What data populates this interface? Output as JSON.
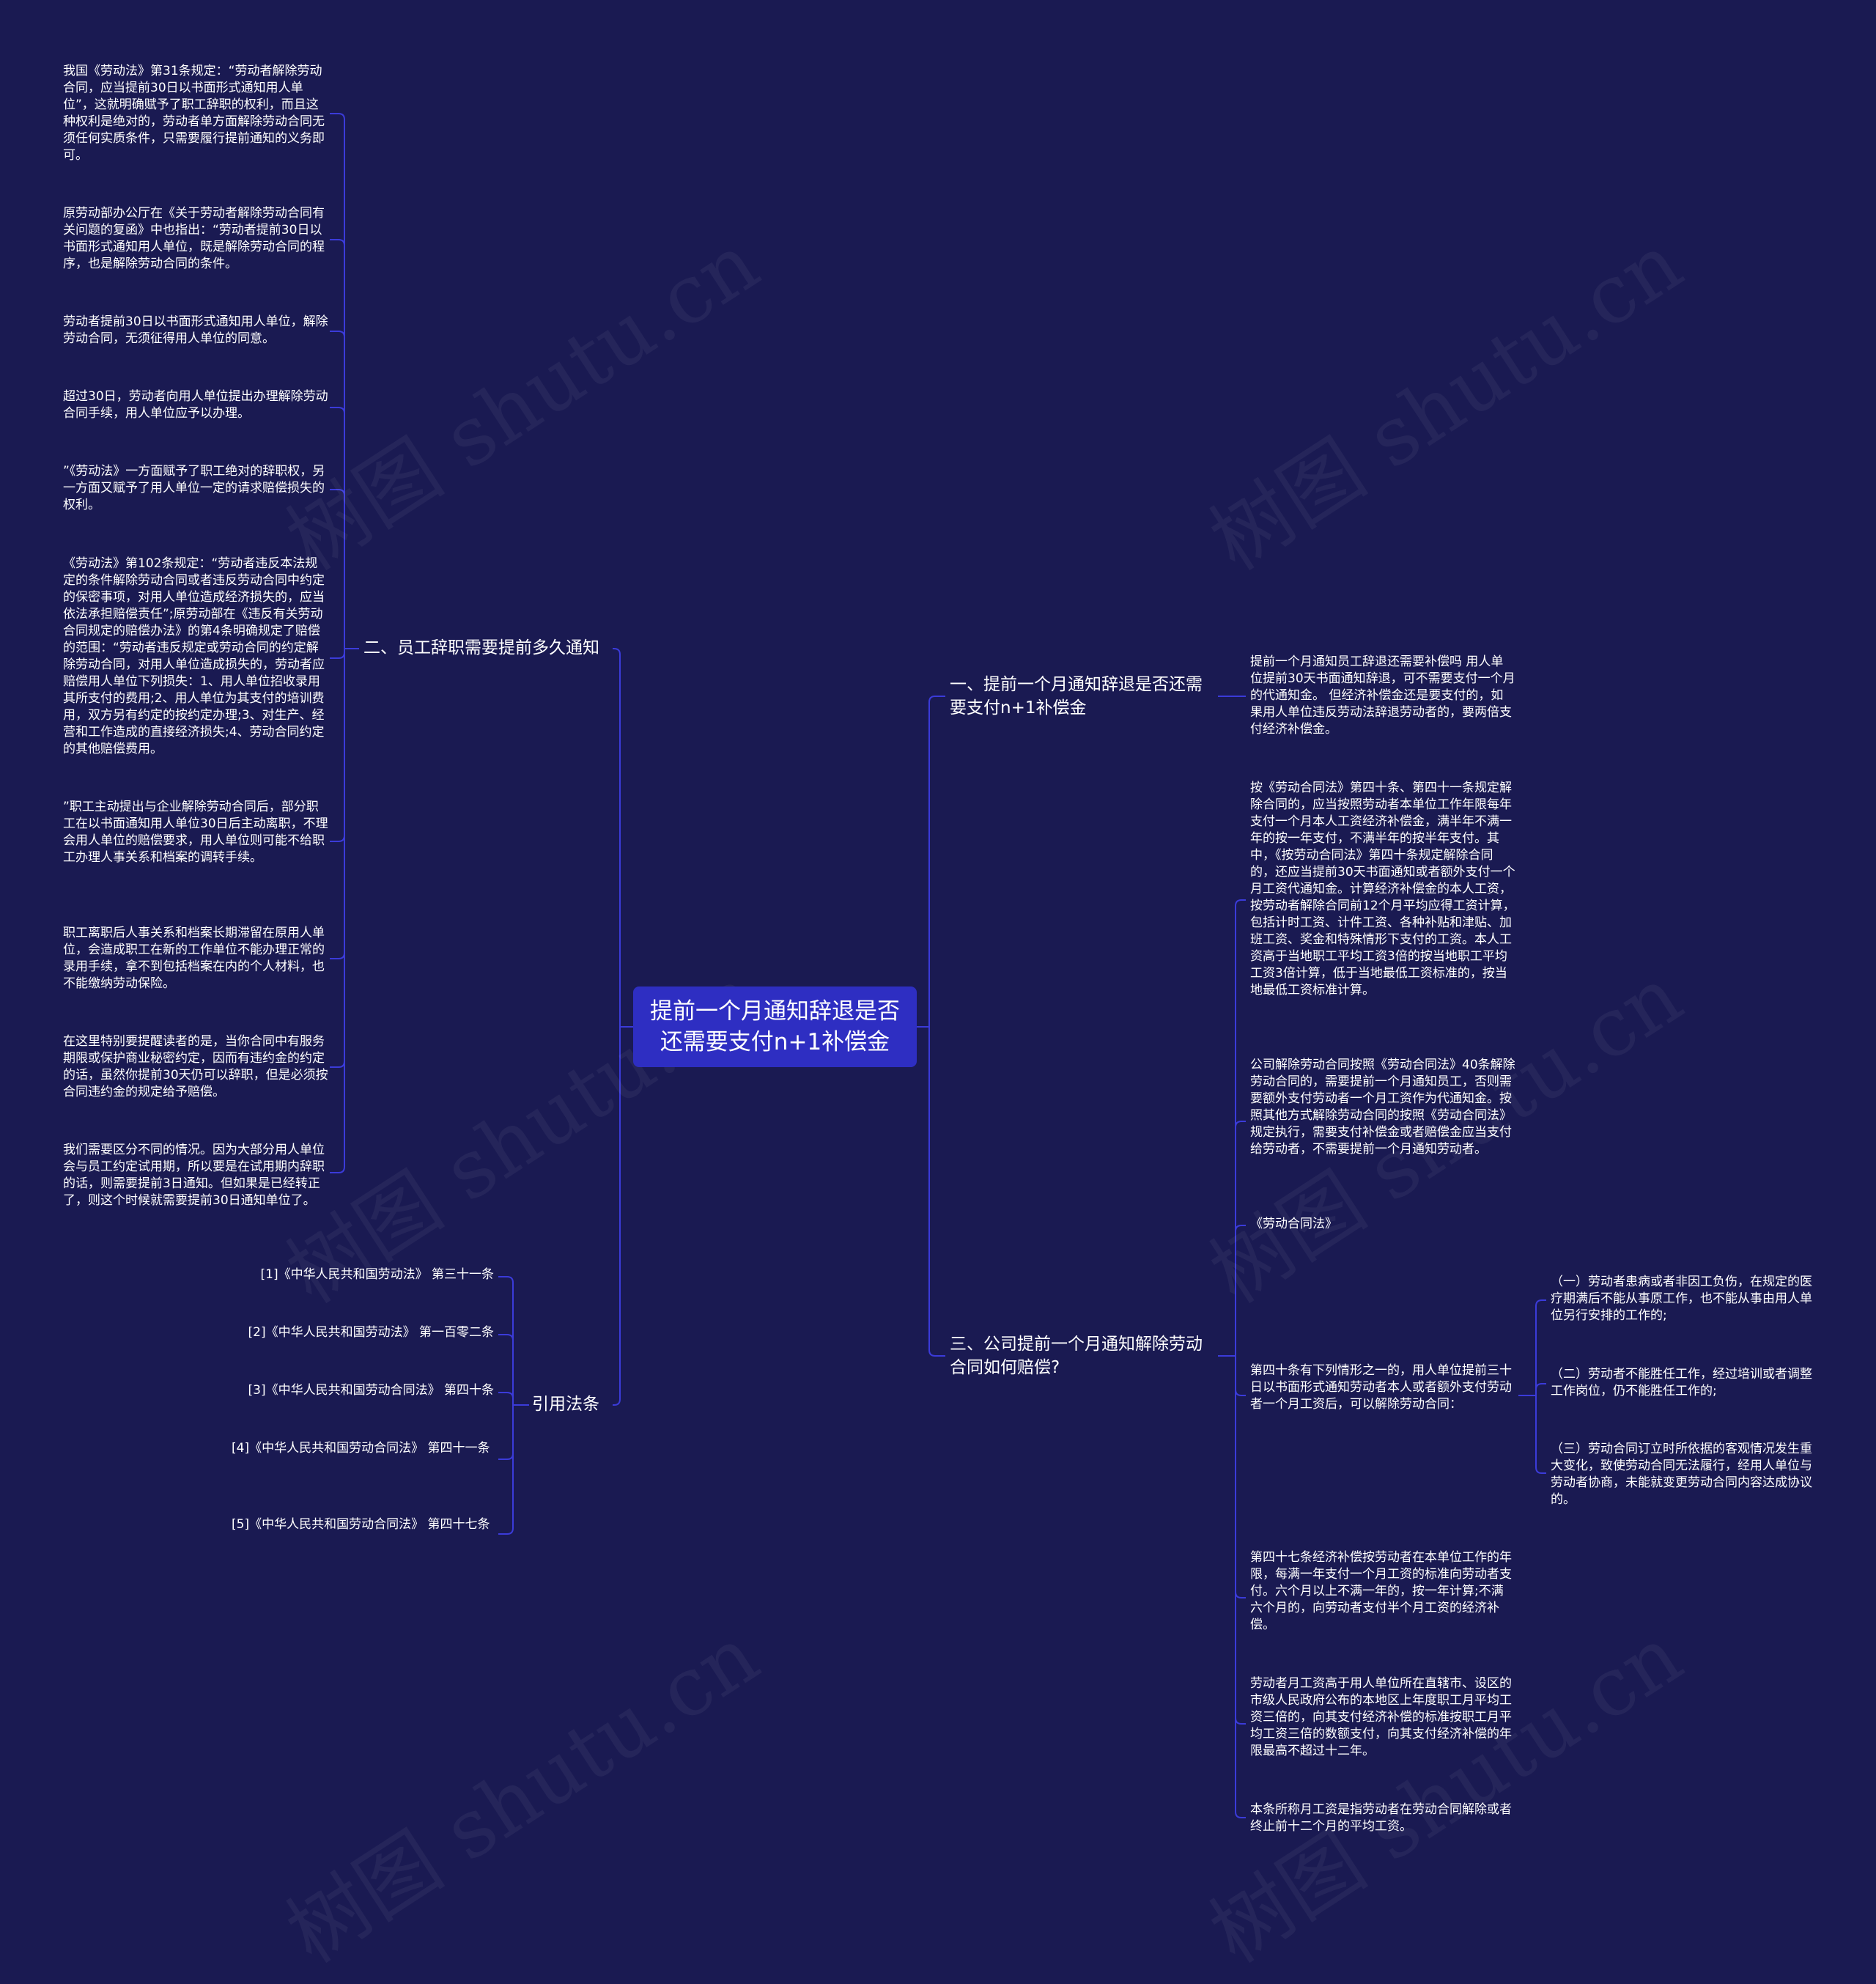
{
  "root": {
    "title": "提前一个月通知辞退是否还需要支付n+1补偿金"
  },
  "branches": {
    "b1": {
      "label": "一、提前一个月通知辞退是否还需要支付n+1补偿金"
    },
    "b2": {
      "label": "二、员工辞职需要提前多久通知"
    },
    "b3": {
      "label": "三、公司提前一个月通知解除劳动合同如何赔偿?"
    },
    "b4": {
      "label": "引用法条"
    }
  },
  "b1_leaves": [
    "提前一个月通知员工辞退还需要补偿吗 用人单位提前30天书面通知辞退，可不需要支付一个月的代通知金。 但经济补偿金还是要支付的，如果用人单位违反劳动法辞退劳动者的，要两倍支付经济补偿金。"
  ],
  "b2_leaves": [
    "我国《劳动法》第31条规定：“劳动者解除劳动合同，应当提前30日以书面形式通知用人单位”，这就明确赋予了职工辞职的权利，而且这种权利是绝对的，劳动者单方面解除劳动合同无须任何实质条件，只需要履行提前通知的义务即可。",
    "原劳动部办公厅在《关于劳动者解除劳动合同有关问题的复函》中也指出：“劳动者提前30日以书面形式通知用人单位，既是解除劳动合同的程序，也是解除劳动合同的条件。",
    "劳动者提前30日以书面形式通知用人单位，解除劳动合同，无须征得用人单位的同意。",
    "超过30日，劳动者向用人单位提出办理解除劳动合同手续，用人单位应予以办理。",
    "”《劳动法》一方面赋予了职工绝对的辞职权，另一方面又赋予了用人单位一定的请求赔偿损失的权利。",
    "《劳动法》第102条规定：“劳动者违反本法规定的条件解除劳动合同或者违反劳动合同中约定的保密事项，对用人单位造成经济损失的，应当依法承担赔偿责任”;原劳动部在《违反有关劳动合同规定的赔偿办法》的第4条明确规定了赔偿的范围：“劳动者违反规定或劳动合同的约定解除劳动合同，对用人单位造成损失的，劳动者应赔偿用人单位下列损失：1、用人单位招收录用其所支付的费用;2、用人单位为其支付的培训费用，双方另有约定的按约定办理;3、对生产、经营和工作造成的直接经济损失;4、劳动合同约定的其他赔偿费用。",
    "”职工主动提出与企业解除劳动合同后，部分职工在以书面通知用人单位30日后主动离职，不理会用人单位的赔偿要求，用人单位则可能不给职工办理人事关系和档案的调转手续。",
    "职工离职后人事关系和档案长期滞留在原用人单位，会造成职工在新的工作单位不能办理正常的录用手续，拿不到包括档案在内的个人材料，也不能缴纳劳动保险。",
    "在这里特别要提醒读者的是，当你合同中有服务期限或保护商业秘密约定，因而有违约金的约定的话，虽然你提前30天仍可以辞职，但是必须按合同违约金的规定给予赔偿。",
    "我们需要区分不同的情况。因为大部分用人单位会与员工约定试用期，所以要是在试用期内辞职的话，则需要提前3日通知。但如果是已经转正了，则这个时候就需要提前30日通知单位了。"
  ],
  "b3_leaves": [
    "按《劳动合同法》第四十条、第四十一条规定解除合同的，应当按照劳动者本单位工作年限每年支付一个月本人工资经济补偿金，满半年不满一年的按一年支付，不满半年的按半年支付。其中，《按劳动合同法》第四十条规定解除合同的，还应当提前30天书面通知或者额外支付一个月工资代通知金。计算经济补偿金的本人工资，按劳动者解除合同前12个月平均应得工资计算，包括计时工资、计件工资、各种补贴和津贴、加班工资、奖金和特殊情形下支付的工资。本人工资高于当地职工平均工资3倍的按当地职工平均工资3倍计算，低于当地最低工资标准的，按当地最低工资标准计算。",
    "公司解除劳动合同按照《劳动合同法》40条解除劳动合同的，需要提前一个月通知员工，否则需要额外支付劳动者一个月工资作为代通知金。按照其他方式解除劳动合同的按照《劳动合同法》规定执行，需要支付补偿金或者赔偿金应当支付给劳动者，不需要提前一个月通知劳动者。",
    "《劳动合同法》",
    "第四十条有下列情形之一的，用人单位提前三十日以书面形式通知劳动者本人或者额外支付劳动者一个月工资后，可以解除劳动合同：",
    "第四十七条经济补偿按劳动者在本单位工作的年限，每满一年支付一个月工资的标准向劳动者支付。六个月以上不满一年的，按一年计算;不满六个月的，向劳动者支付半个月工资的经济补偿。",
    "劳动者月工资高于用人单位所在直辖市、设区的市级人民政府公布的本地区上年度职工月平均工资三倍的，向其支付经济补偿的标准按职工月平均工资三倍的数额支付，向其支付经济补偿的年限最高不超过十二年。",
    "本条所称月工资是指劳动者在劳动合同解除或者终止前十二个月的平均工资。"
  ],
  "art40_items": [
    "（一）劳动者患病或者非因工负伤，在规定的医疗期满后不能从事原工作，也不能从事由用人单位另行安排的工作的;",
    "（二）劳动者不能胜任工作，经过培训或者调整工作岗位，仍不能胜任工作的;",
    "（三）劳动合同订立时所依据的客观情况发生重大变化，致使劳动合同无法履行，经用人单位与劳动者协商，未能就变更劳动合同内容达成协议的。"
  ],
  "b4_leaves": [
    "[1]《中华人民共和国劳动法》 第三十一条",
    "[2]《中华人民共和国劳动法》 第一百零二条",
    "[3]《中华人民共和国劳动合同法》 第四十条",
    "[4]《中华人民共和国劳动合同法》 第四十一条",
    "[5]《中华人民共和国劳动合同法》 第四十七条"
  ],
  "watermark": "树图 shutu.cn",
  "colors": {
    "background": "#1a1a52",
    "root": "#2e2ec2",
    "line": "#3b3bd9",
    "text": "#ffffff"
  }
}
